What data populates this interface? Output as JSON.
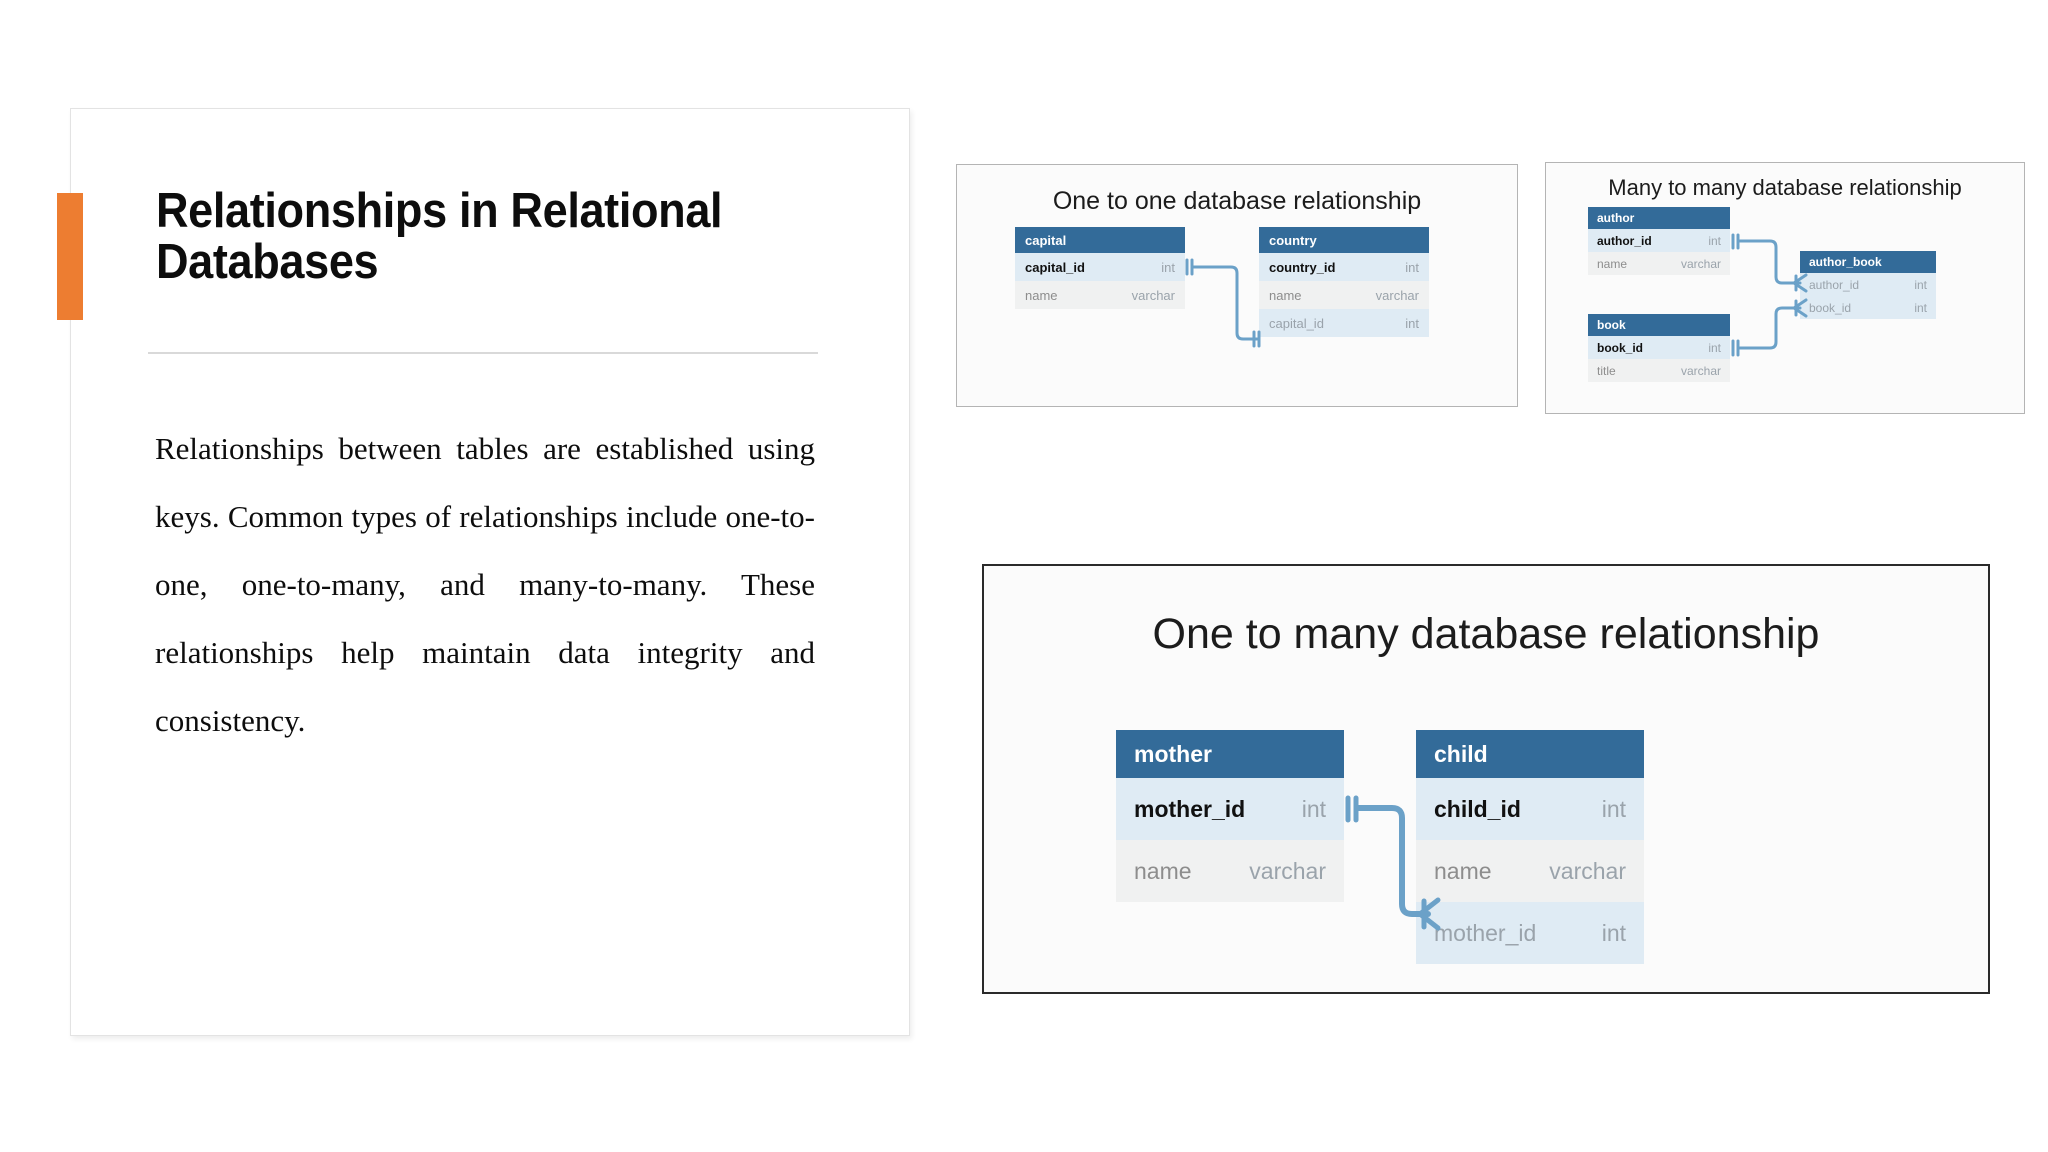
{
  "slide": {
    "title": "Relationships in Relational\nDatabases",
    "body": "Relationships between tables are established using keys. Common types of relationships include one-to-one, one-to-many, and many-to-many. These relationships help maintain data integrity and consistency.",
    "accent_color": "#ED7D31",
    "table_header_color": "#336B99",
    "pk_row_color": "#dfebf4",
    "plain_row_color": "#f0f1f1",
    "connector_color": "#6ba1c8"
  },
  "diagrams": {
    "one_to_one": {
      "title": "One to one database relationship",
      "tables": [
        {
          "name": "capital",
          "columns": [
            {
              "name": "capital_id",
              "type": "int",
              "kind": "pk"
            },
            {
              "name": "name",
              "type": "varchar",
              "kind": "plain"
            }
          ]
        },
        {
          "name": "country",
          "columns": [
            {
              "name": "country_id",
              "type": "int",
              "kind": "pk"
            },
            {
              "name": "name",
              "type": "varchar",
              "kind": "plain"
            },
            {
              "name": "capital_id",
              "type": "int",
              "kind": "fk"
            }
          ]
        }
      ]
    },
    "many_to_many": {
      "title": "Many to many database relationship",
      "tables": [
        {
          "name": "author",
          "columns": [
            {
              "name": "author_id",
              "type": "int",
              "kind": "pk"
            },
            {
              "name": "name",
              "type": "varchar",
              "kind": "plain"
            }
          ]
        },
        {
          "name": "book",
          "columns": [
            {
              "name": "book_id",
              "type": "int",
              "kind": "pk"
            },
            {
              "name": "title",
              "type": "varchar",
              "kind": "plain"
            }
          ]
        },
        {
          "name": "author_book",
          "columns": [
            {
              "name": "author_id",
              "type": "int",
              "kind": "fk"
            },
            {
              "name": "book_id",
              "type": "int",
              "kind": "fk"
            }
          ]
        }
      ]
    },
    "one_to_many": {
      "title": "One to many database relationship",
      "tables": [
        {
          "name": "mother",
          "columns": [
            {
              "name": "mother_id",
              "type": "int",
              "kind": "pk"
            },
            {
              "name": "name",
              "type": "varchar",
              "kind": "plain"
            }
          ]
        },
        {
          "name": "child",
          "columns": [
            {
              "name": "child_id",
              "type": "int",
              "kind": "pk"
            },
            {
              "name": "name",
              "type": "varchar",
              "kind": "plain"
            },
            {
              "name": "mother_id",
              "type": "int",
              "kind": "fk"
            }
          ]
        }
      ]
    }
  }
}
